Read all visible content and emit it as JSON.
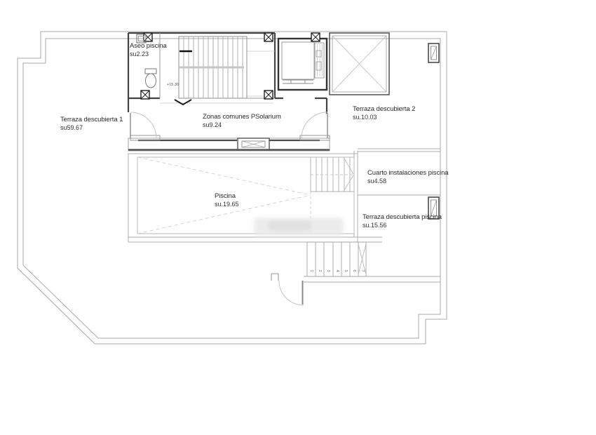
{
  "rooms": {
    "aseo": {
      "name": "Aseo piscina",
      "area": "su2.23"
    },
    "terraza1": {
      "name": "Terraza descubierta 1",
      "area": "su59.67"
    },
    "zonas": {
      "name": "Zonas comunes PSolarium",
      "area": "su9.24"
    },
    "terraza2": {
      "name": "Terraza descubierta 2",
      "area": "su.10.03"
    },
    "cuarto": {
      "name": "Cuarto instalaciones piscina",
      "area": "su4.58"
    },
    "piscina": {
      "name": "Piscina",
      "area": "su.19.65"
    },
    "terrazaPiscina": {
      "name": "Terraza descubierta piscina",
      "area": "su.15.56"
    }
  },
  "annotations": {
    "level_mark": "+15.30",
    "stair_numbers": [
      "1",
      "2",
      "3",
      "4",
      "5",
      "6",
      "7"
    ]
  },
  "colors": {
    "wall_dark": "#424242",
    "line_gray": "#a9a9a9",
    "text": "#2b2b2b"
  }
}
